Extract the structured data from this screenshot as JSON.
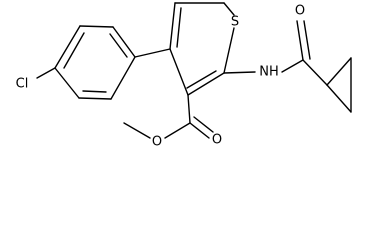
{
  "molecule": {
    "atom_labels": {
      "chlorine": "Cl",
      "sulfur": "S",
      "amide_nitrogen": "NH",
      "amide_oxygen": "O",
      "ester_carbonyl_oxygen": "O",
      "ester_ether_oxygen": "O"
    }
  }
}
